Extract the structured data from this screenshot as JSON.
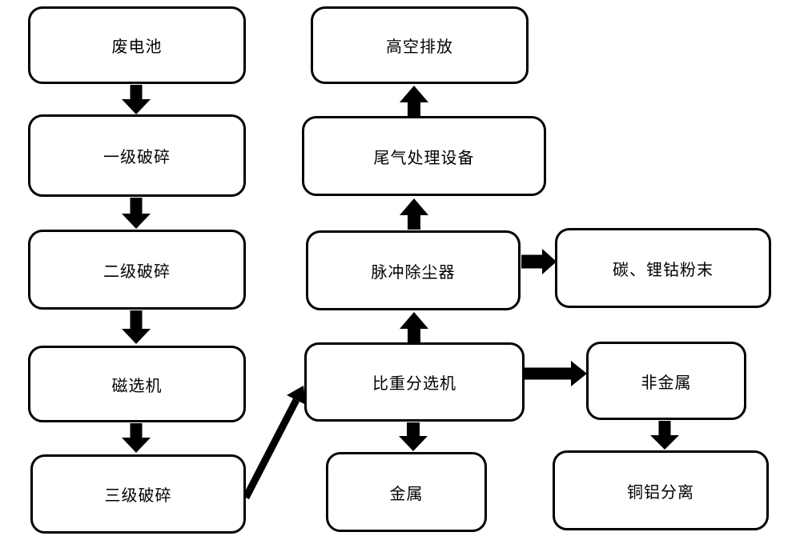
{
  "diagram": {
    "background_color": "#ffffff",
    "line_color": "#000000",
    "box_fill": "#ffffff",
    "nodes": {
      "waste_battery": {
        "label": "废电池"
      },
      "primary_crushing": {
        "label": "一级破碎"
      },
      "secondary_crushing": {
        "label": "二级破碎"
      },
      "magnetic_separator": {
        "label": "磁选机"
      },
      "tertiary_crushing": {
        "label": "三级破碎"
      },
      "high_altitude_discharge": {
        "label": "高空排放"
      },
      "exhaust_gas_treatment": {
        "label": "尾气处理设备"
      },
      "pulse_dust_collector": {
        "label": "脉冲除尘器"
      },
      "gravity_separator": {
        "label": "比重分选机"
      },
      "metal": {
        "label": "金属"
      },
      "carbon_lithium_cobalt_powder": {
        "label": "碳、锂钴粉末"
      },
      "non_metal": {
        "label": "非金属"
      },
      "copper_aluminum_separation": {
        "label": "铜铝分离"
      }
    },
    "edges": [
      {
        "from": "废电池",
        "to": "一级破碎",
        "direction": "down"
      },
      {
        "from": "一级破碎",
        "to": "二级破碎",
        "direction": "down"
      },
      {
        "from": "二级破碎",
        "to": "磁选机",
        "direction": "down"
      },
      {
        "from": "磁选机",
        "to": "三级破碎",
        "direction": "down"
      },
      {
        "from": "三级破碎",
        "to": "比重分选机",
        "direction": "diagonal-up-right"
      },
      {
        "from": "比重分选机",
        "to": "脉冲除尘器",
        "direction": "up"
      },
      {
        "from": "脉冲除尘器",
        "to": "尾气处理设备",
        "direction": "up"
      },
      {
        "from": "尾气处理设备",
        "to": "高空排放",
        "direction": "up"
      },
      {
        "from": "脉冲除尘器",
        "to": "碳、锂钴粉末",
        "direction": "right"
      },
      {
        "from": "比重分选机",
        "to": "非金属",
        "direction": "right"
      },
      {
        "from": "比重分选机",
        "to": "金属",
        "direction": "down"
      },
      {
        "from": "非金属",
        "to": "铜铝分离",
        "direction": "down"
      }
    ]
  }
}
